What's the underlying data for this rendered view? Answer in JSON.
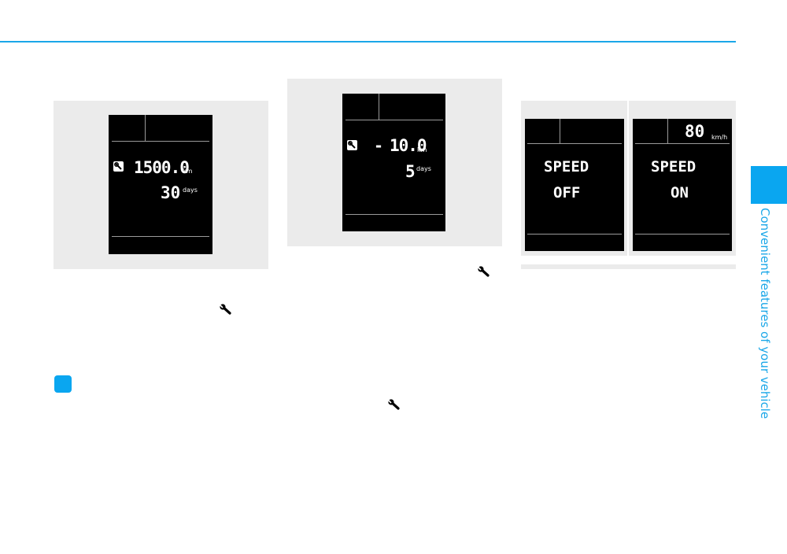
{
  "side_tab": {
    "title": "Convenient features of your vehicle",
    "color": "#1aa7e8"
  },
  "display1": {
    "distance": "1500.0",
    "distance_unit": "km",
    "days": "30",
    "days_unit": "days"
  },
  "display2": {
    "sign": "-",
    "distance": "10.0",
    "distance_unit": "km",
    "days": "5",
    "days_unit": "days"
  },
  "display3": {
    "line1": "SPEED",
    "line2": "OFF"
  },
  "display4": {
    "speed": "80",
    "speed_unit": "km/h",
    "line1": "SPEED",
    "line2": "ON"
  },
  "icons": [
    "wrench-icon",
    "service-reminder-icon"
  ],
  "colors": {
    "accent": "#0aa6f0",
    "panel": "#ebebeb",
    "lcd": "#000000"
  }
}
